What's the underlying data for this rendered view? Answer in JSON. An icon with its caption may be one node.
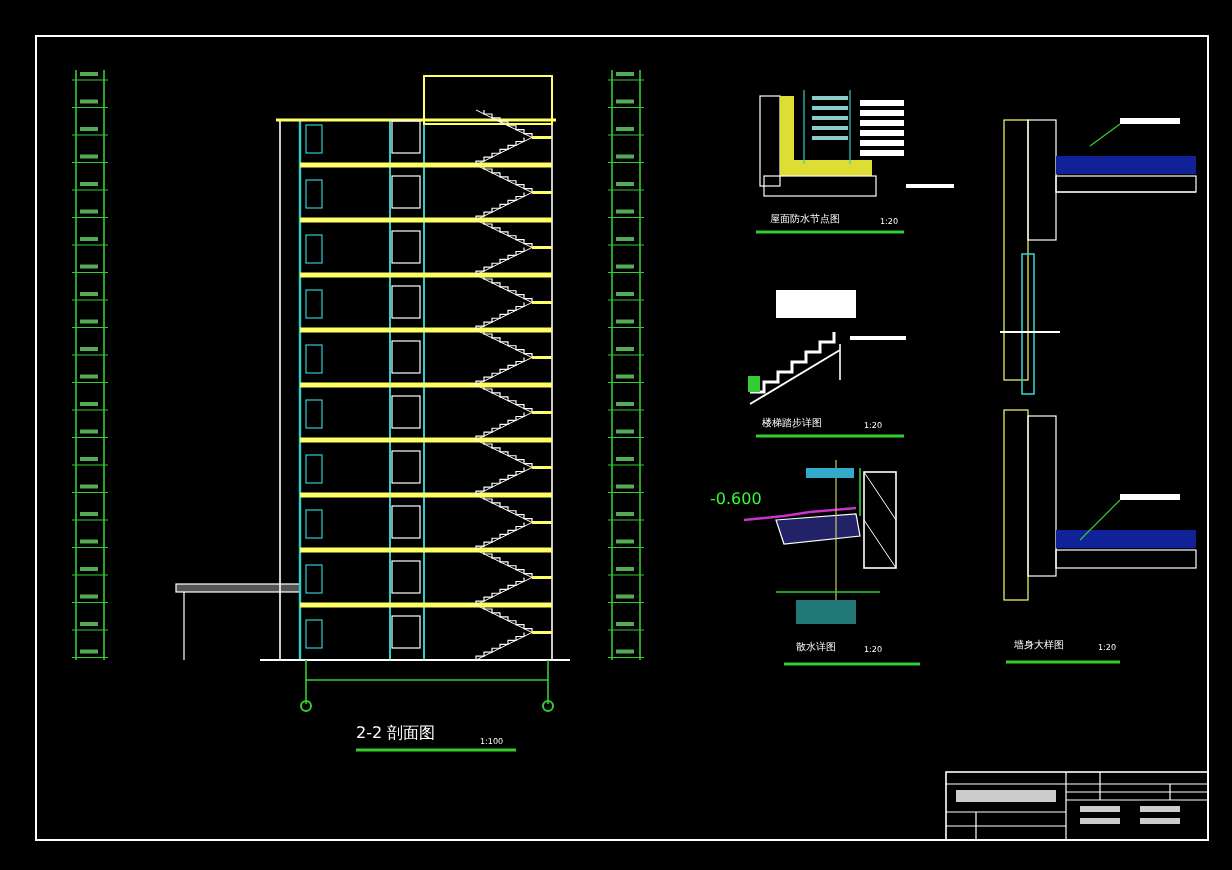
{
  "diagram": {
    "labels": [
      "2-2 剖面图",
      "1:100",
      "屋面防水节点图",
      "1:20",
      "楼梯踏步详图",
      "1:20",
      "-0.600",
      "散水详图",
      "1:20",
      "墙身大样图",
      "1:20"
    ]
  }
}
